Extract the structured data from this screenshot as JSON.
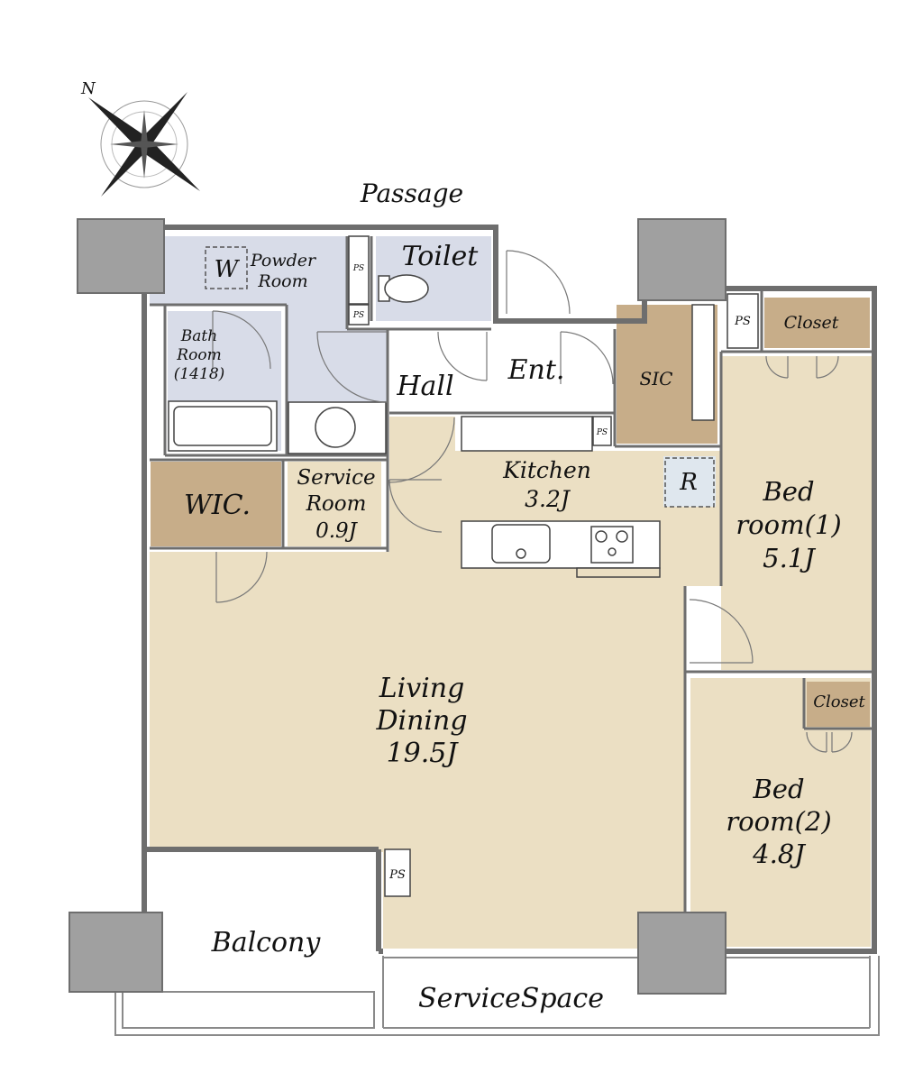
{
  "colors": {
    "living": "#ebdfc3",
    "wet": "#d8dce8",
    "storage": "#c7ad89",
    "column": "#a0a0a0",
    "wall": "#6e6e6e",
    "pale_blue": "#dfe7ee",
    "white": "#ffffff"
  },
  "icons": {
    "compass": "compass-rose-icon",
    "toilet": "toilet-icon",
    "sink": "kitchen-sink-icon",
    "stove": "gas-stove-icon",
    "bathtub": "bathtub-icon",
    "washbasin": "washbasin-icon"
  },
  "compass": {
    "north": "N"
  },
  "labels": {
    "passage": "Passage",
    "toilet": "Toilet",
    "washer": "W",
    "powder_1": "Powder",
    "powder_2": "Room",
    "bath_1": "Bath",
    "bath_2": "Room",
    "bath_3": "(1418)",
    "hall": "Hall",
    "ent": "Ent.",
    "sic": "SIC",
    "closet_1": "Closet",
    "closet_2": "Closet",
    "wic": "WIC.",
    "service_1": "Service",
    "service_2": "Room",
    "service_3": "0.9J",
    "kitchen_1": "Kitchen",
    "kitchen_2": "3.2J",
    "fridge": "R",
    "bed1_1": "Bed",
    "bed1_2": "room(1)",
    "bed1_3": "5.1J",
    "bed2_1": "Bed",
    "bed2_2": "room(2)",
    "bed2_3": "4.8J",
    "living_1": "Living",
    "living_2": "Dining",
    "living_3": "19.5J",
    "balcony": "Balcony",
    "service_space": "ServiceSpace",
    "ps_1": "PS",
    "ps_2": "PS",
    "ps_3": "PS",
    "ps_4": "PS",
    "ps_5": "PS"
  }
}
